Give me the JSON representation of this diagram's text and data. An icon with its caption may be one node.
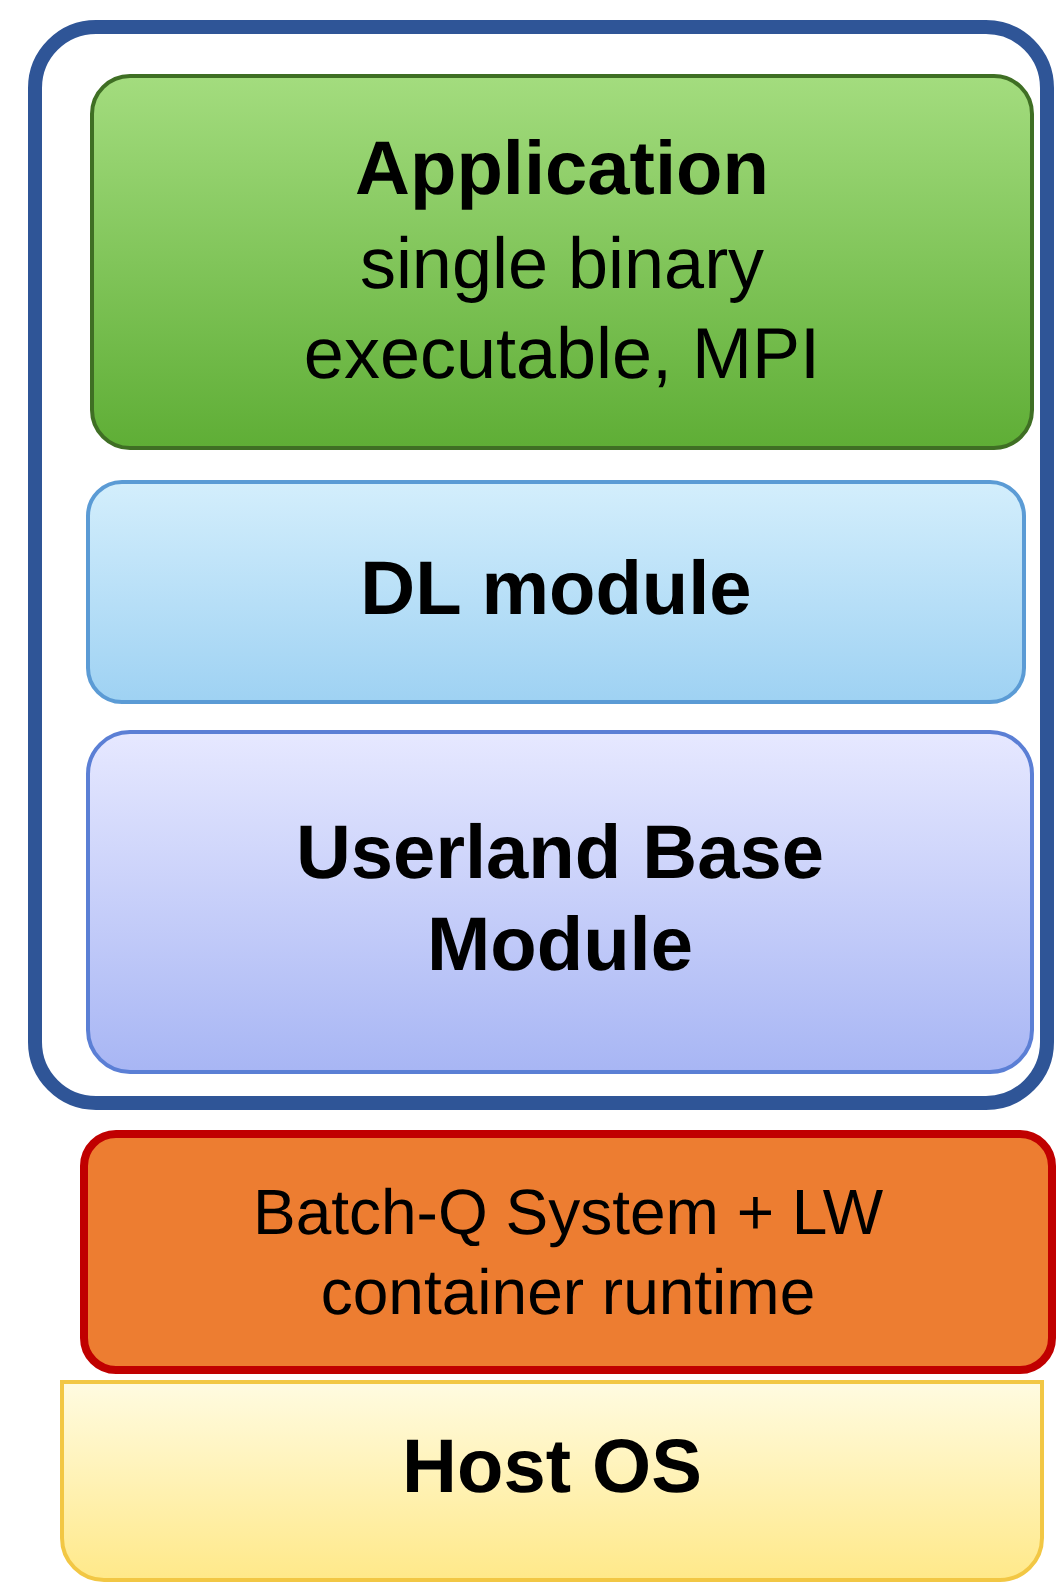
{
  "diagram": {
    "nodes": [
      {
        "text": [],
        "shape": "box"
      },
      {
        "text": [
          "Application",
          "single binary executable, MPI"
        ],
        "in": 0
      },
      {
        "text": [
          "DL module"
        ],
        "in": 0
      },
      {
        "text": [
          "Userland Base Module"
        ],
        "in": 0
      },
      {
        "text": [
          "Batch-Q System + LW container runtime"
        ]
      },
      {
        "text": [
          "Host OS"
        ]
      }
    ],
    "edges": []
  }
}
